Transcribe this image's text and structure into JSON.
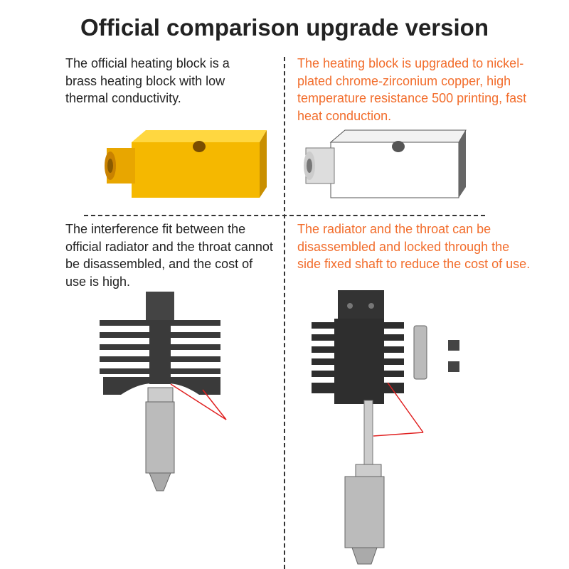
{
  "title": "Official comparison upgrade version",
  "official": {
    "heating_block_text": "The official heating block is a brass heating block with low thermal conductivity.",
    "radiator_text": "The interference fit between the official radiator and the throat cannot be disassembled, and the cost of use is high."
  },
  "upgrade": {
    "heating_block_text": "The heating block is upgraded to nickel-plated chrome-zirconium copper, high temperature resistance 500 printing, fast heat conduction.",
    "radiator_text": "The radiator and the throat can be disassembled and locked through the side fixed shaft to reduce the cost of use."
  },
  "colors": {
    "accent": "#f26d2c",
    "brass": "#f5b800",
    "arrow": "#e02020"
  }
}
